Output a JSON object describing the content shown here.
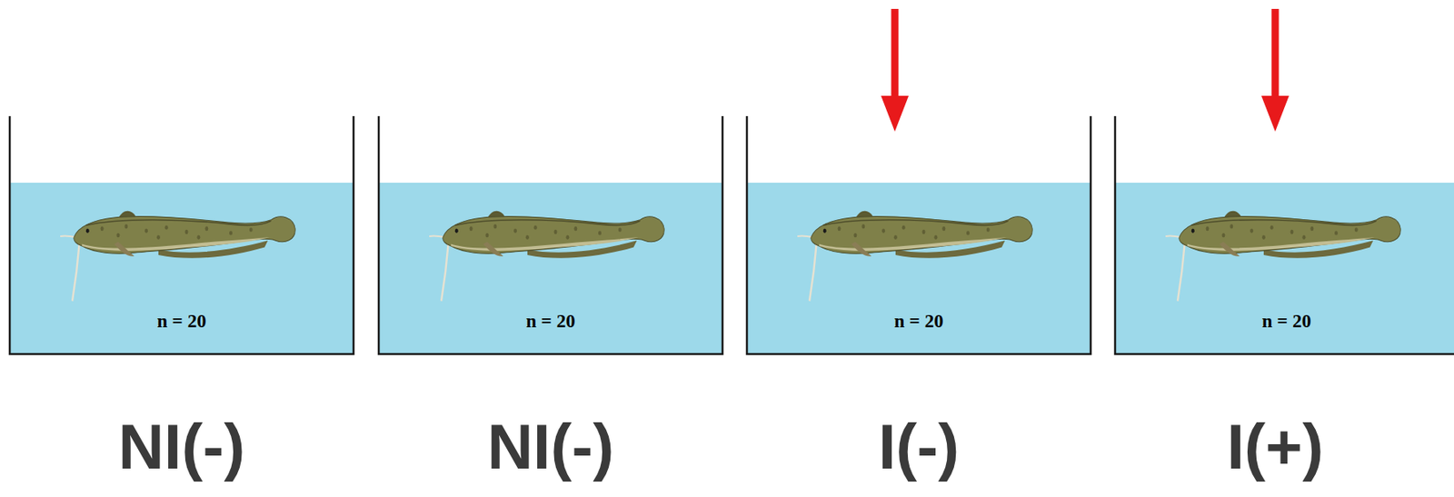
{
  "diagram": {
    "nodes": [
      {
        "text": [
          "n = 20",
          "NI(-)"
        ]
      },
      {
        "text": [
          "n = 20",
          "NI(-)"
        ]
      },
      {
        "text": [
          "n = 20",
          "I(-)"
        ]
      },
      {
        "text": [
          "n = 20",
          "I(+)"
        ]
      }
    ]
  }
}
